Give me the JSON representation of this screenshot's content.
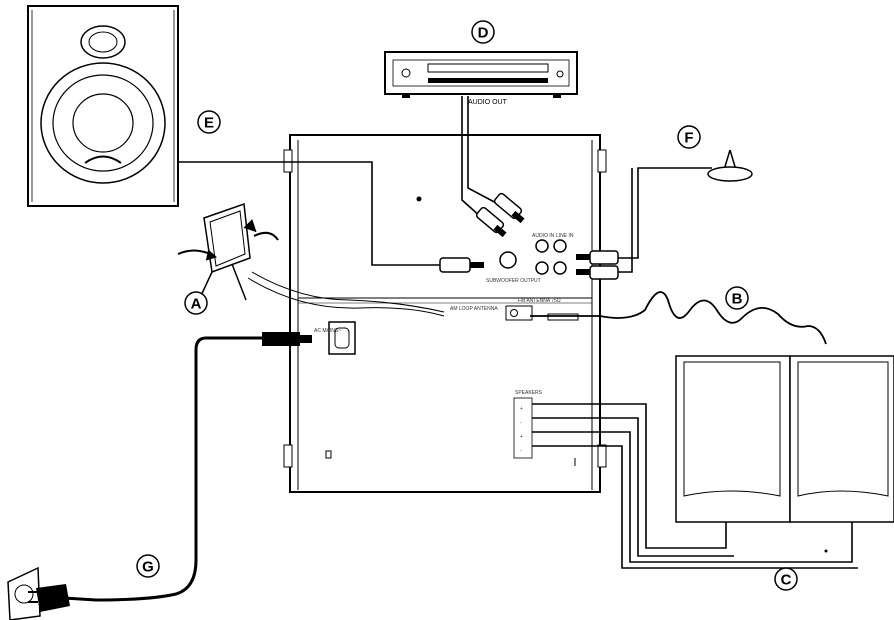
{
  "callouts": {
    "a": "A",
    "b": "B",
    "c": "C",
    "d": "D",
    "e": "E",
    "f": "F",
    "g": "G"
  },
  "panel_text": {
    "audio_out": "AUDIO OUT",
    "am_loop": "AM LOOP ANTENNA",
    "fm_antenna": "FM ANTENNA 75Ω",
    "subwoofer_out": "SUBWOOFER OUTPUT",
    "line_in": "LINE IN",
    "audio_in": "AUDIO IN",
    "ac_mains": "AC MAINS~",
    "speakers": "SPEAKERS",
    "r_plus": "+",
    "r_minus": "-",
    "l_plus": "+",
    "l_minus": "-"
  },
  "colors": {
    "ink": "#000000",
    "paper": "#ffffff",
    "line_gray": "#444444"
  }
}
